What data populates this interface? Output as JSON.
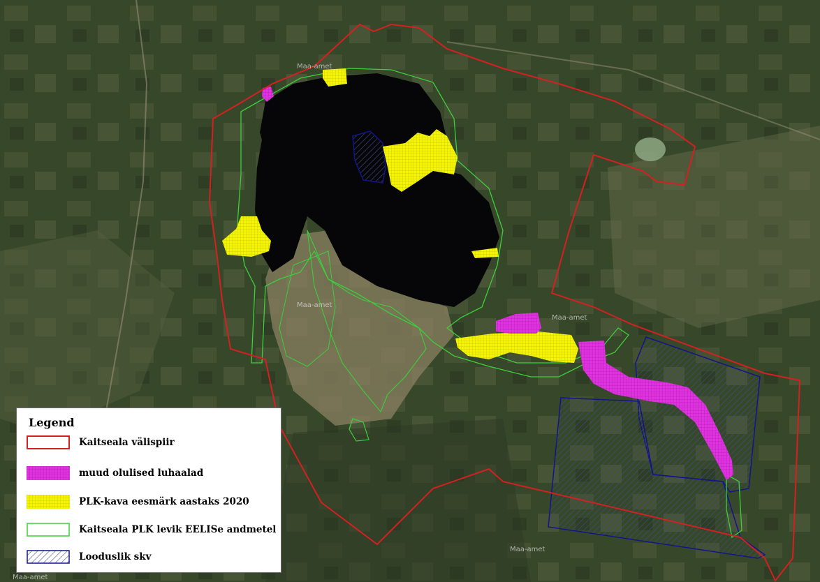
{
  "map": {
    "watermark": "Maa-amet",
    "colors": {
      "boundary": "#d42020",
      "other_floodplains": "#e033e0",
      "goal_2020": "#f5f500",
      "plk_eelis": "#3ccf3c",
      "natural_forest": "#14148a",
      "water": "#060608"
    }
  },
  "legend": {
    "title": "Legend",
    "items": [
      {
        "label": "Kaitseala välispiir",
        "symbol": "red-outline"
      },
      {
        "label": "muud olulised luhaalad",
        "symbol": "magenta-grid-fill"
      },
      {
        "label": "PLK-kava eesmärk aastaks 2020",
        "symbol": "yellow-grid-fill"
      },
      {
        "label": "Kaitseala PLK levik EELISe andmetel",
        "symbol": "green-outline"
      },
      {
        "label": "Looduslik skv",
        "symbol": "blue-hatch"
      }
    ]
  }
}
